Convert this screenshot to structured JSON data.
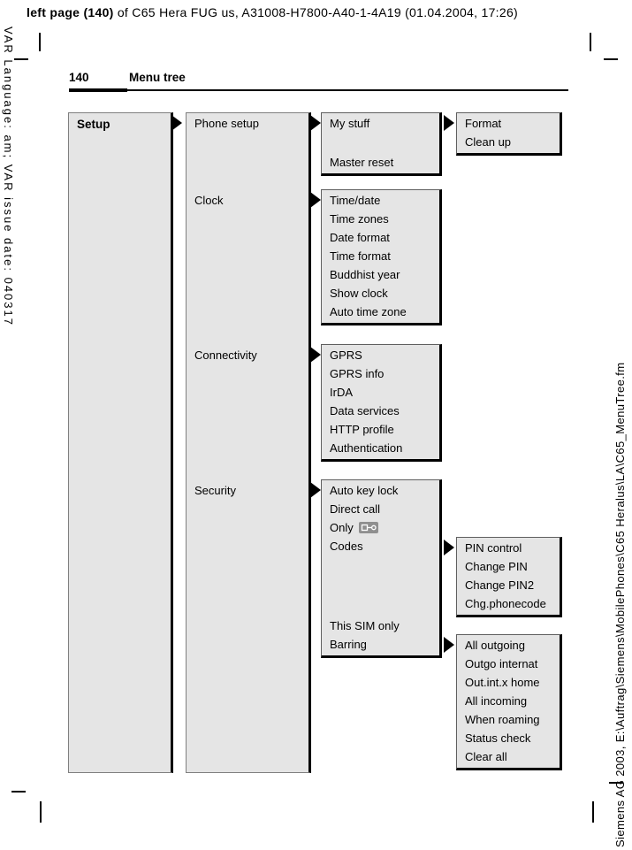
{
  "meta": {
    "header_bold": "left page (140)",
    "header_rest": " of C65 Hera FUG us, A31008-H7800-A40-1-4A19 (01.04.2004, 17:26)",
    "left_margin": "VAR Language: am; VAR issue date: 040317",
    "right_margin": "© Siemens AG 2003, E:\\Auftrag\\Siemens\\MobilePhones\\C65 Heralus\\LA\\C65_MenuTree.fm"
  },
  "header": {
    "page_number": "140",
    "title": "Menu tree"
  },
  "tree": {
    "root_label": "Setup",
    "parents": [
      {
        "label": "Phone setup"
      },
      {
        "label": "Clock"
      },
      {
        "label": "Connectivity"
      },
      {
        "label": "Security"
      }
    ],
    "boxes": {
      "my_stuff": [
        "My stuff",
        "",
        "Master reset"
      ],
      "format": [
        "Format",
        "Clean up"
      ],
      "clock": [
        "Time/date",
        "Time zones",
        "Date format",
        "Time format",
        "Buddhist year",
        "Show clock",
        "Auto time zone"
      ],
      "connectivity": [
        "GPRS",
        "GPRS info",
        "IrDA",
        "Data services",
        "HTTP profile",
        "Authentication"
      ],
      "security": [
        {
          "label": "Auto key lock"
        },
        {
          "label": "Direct call"
        },
        {
          "label": "Only",
          "icon": "key-icon"
        },
        {
          "label": "Codes"
        },
        {
          "label": ""
        },
        {
          "label": ""
        },
        {
          "label": ""
        },
        {
          "label": "This SIM only"
        },
        {
          "label": "Barring"
        }
      ],
      "pin": [
        "PIN control",
        "Change PIN",
        "Change PIN2",
        "Chg.phonecode"
      ],
      "barring": [
        "All outgoing",
        "Outgo internat",
        "Out.int.x home",
        "All incoming",
        "When roaming",
        "Status check",
        "Clear all"
      ]
    }
  },
  "colors": {
    "box_fill": "#e5e5e5",
    "box_shadow": "#000000",
    "text": "#000000"
  }
}
